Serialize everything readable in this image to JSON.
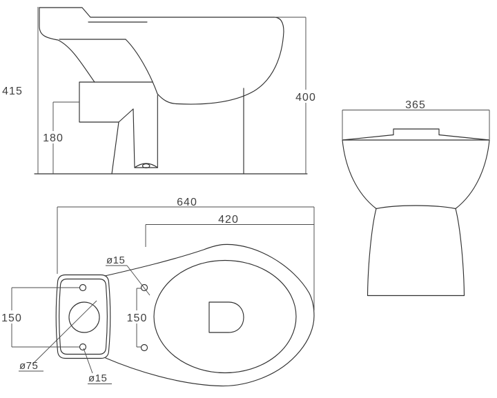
{
  "colors": {
    "background": "#ffffff",
    "object_line": "#2f2f2f",
    "dimension_line": "#4a4a4a",
    "dimension_text": "#3f3f3f"
  },
  "views": {
    "side_view": {
      "dims": {
        "total_height": "415",
        "rim_height": "400",
        "outlet_height": "180"
      }
    },
    "plan_view": {
      "dims": {
        "total_length": "640",
        "bowl_length": "420",
        "tank_holes_spacing": "150",
        "seat_holes_spacing": "150",
        "flush_hole_diameter": "ø75",
        "tank_hole_diameter": "ø15",
        "seat_hole_diameter": "ø15"
      }
    },
    "front_view": {
      "dims": {
        "width": "365"
      }
    }
  }
}
